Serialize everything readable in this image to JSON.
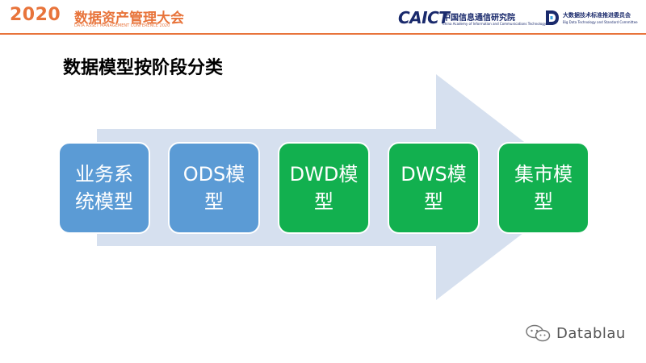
{
  "header": {
    "conference_year": "2020",
    "conference_name": "数据资产管理大会",
    "conference_subtitle": "DATA ASSET MANAGEMENT CONFERENCE 2020",
    "caict_logo": "CAICT",
    "caict_name": "中国信息通信研究院",
    "caict_english": "China Academy of Information and Communications Technology",
    "bd_name": "大数据技术标准推进委员会",
    "bd_english": "Big Data Technology and Standard Committee",
    "accent_color": "#e8743b"
  },
  "slide": {
    "title": "数据模型按阶段分类",
    "arrow_color": "#d6e0ef",
    "stages": [
      {
        "label": "业务系统模型",
        "color": "#5b9bd5"
      },
      {
        "label": "ODS模型",
        "color": "#5b9bd5"
      },
      {
        "label": "DWD模型",
        "color": "#12b04f"
      },
      {
        "label": "DWS模型",
        "color": "#12b04f"
      },
      {
        "label": "集市模型",
        "color": "#12b04f"
      }
    ]
  },
  "watermark": {
    "icon": "wechat-icon",
    "text": "Datablau"
  }
}
